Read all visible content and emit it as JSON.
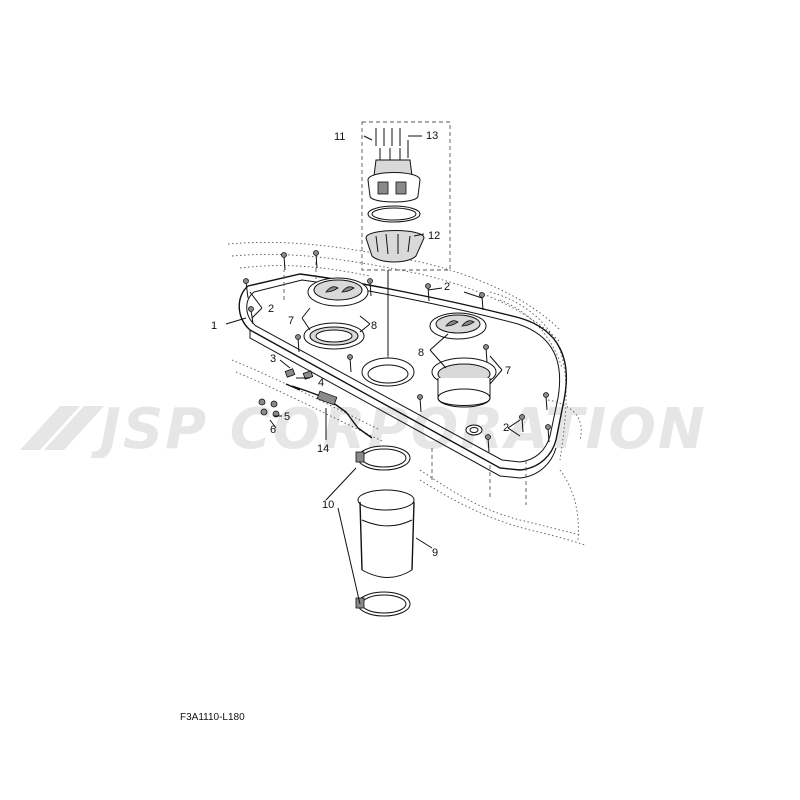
{
  "watermark": {
    "text": "JSP CORPORATION"
  },
  "diagram_code": "F3A1110-L180",
  "callouts": {
    "c1": "1",
    "c2a": "2",
    "c2b": "2",
    "c2c": "2",
    "c3": "3",
    "c4": "4",
    "c5": "5",
    "c6": "6",
    "c7a": "7",
    "c7b": "7",
    "c8a": "8",
    "c8b": "8",
    "c9": "9",
    "c10": "10",
    "c11": "11",
    "c12": "12",
    "c13": "13",
    "c14": "14"
  }
}
